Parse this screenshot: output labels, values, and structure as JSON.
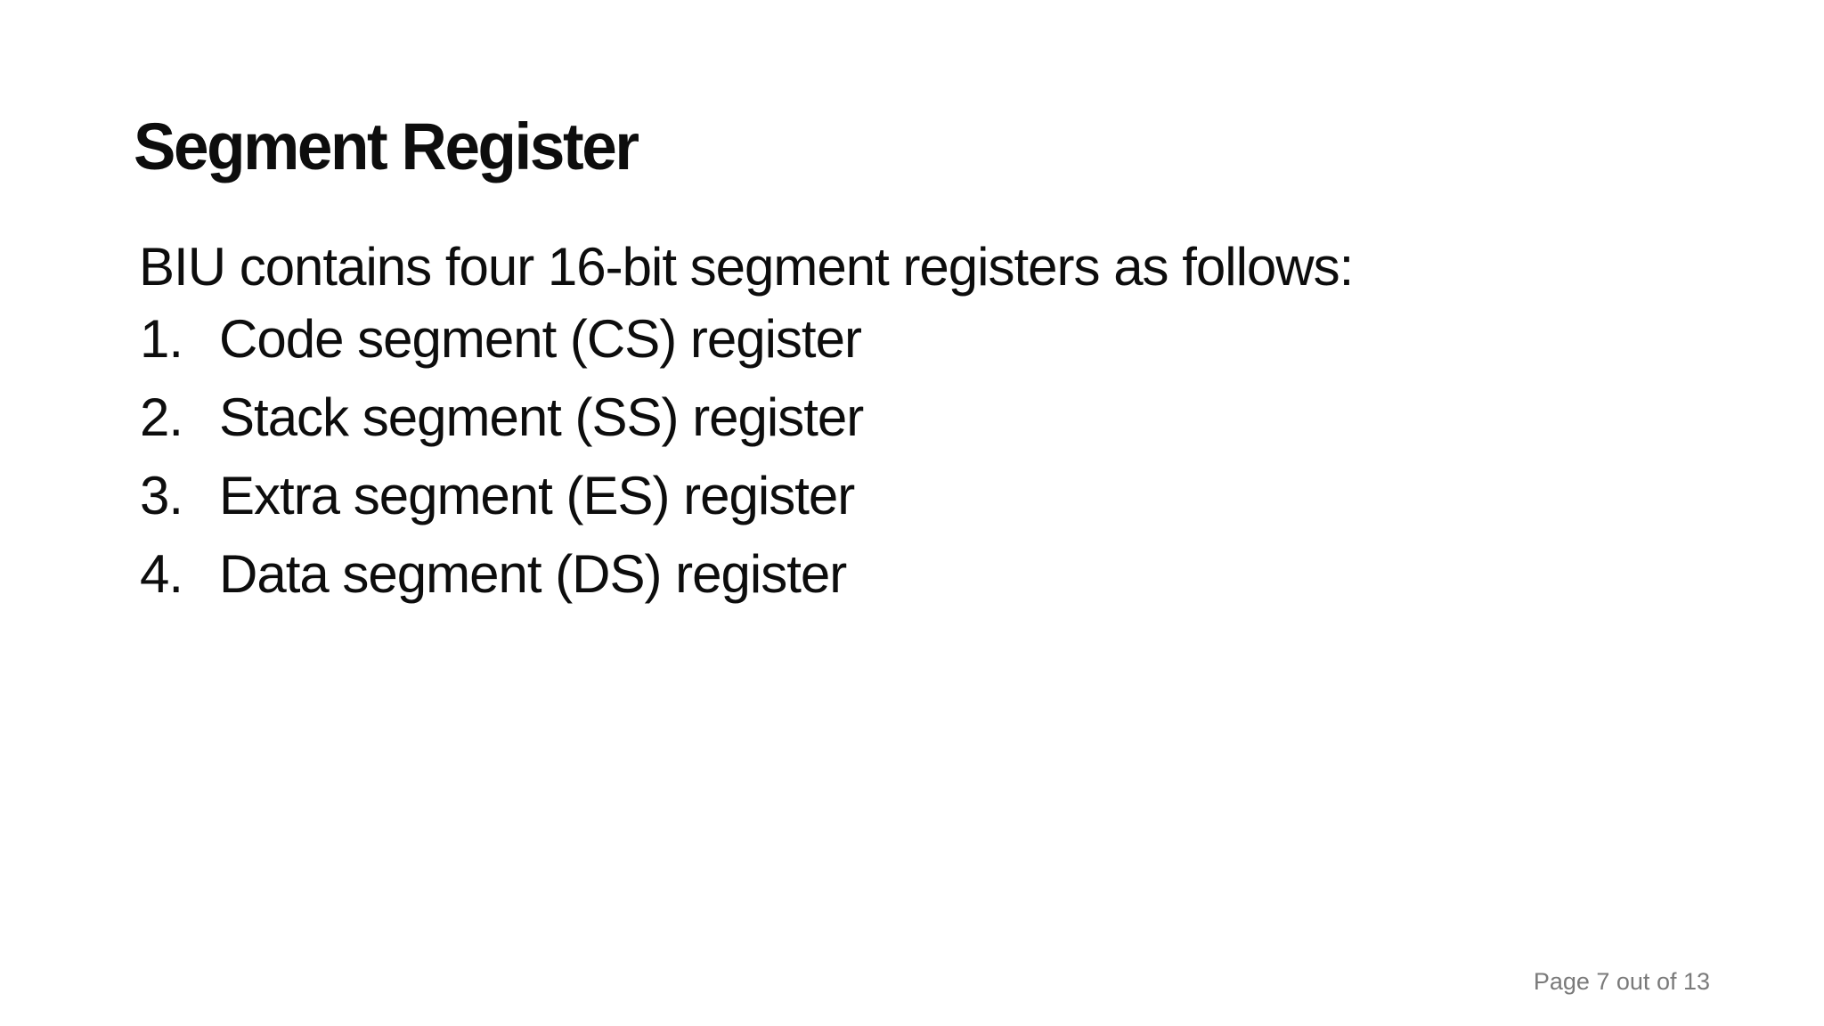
{
  "slide": {
    "title": "Segment Register",
    "intro": "BIU contains four 16-bit segment registers as follows:",
    "list": {
      "items": [
        {
          "number": "1.",
          "label": "Code segment (CS) register"
        },
        {
          "number": "2.",
          "label": "Stack segment (SS) register"
        },
        {
          "number": "3.",
          "label": "Extra segment (ES) register"
        },
        {
          "number": "4.",
          "label": "Data segment (DS) register"
        }
      ]
    },
    "footer": {
      "page_label": "Page 7 out of 13"
    }
  },
  "colors": {
    "background": "#ffffff",
    "text": "#0d0d0d",
    "footer_text": "#7a7a7a"
  }
}
